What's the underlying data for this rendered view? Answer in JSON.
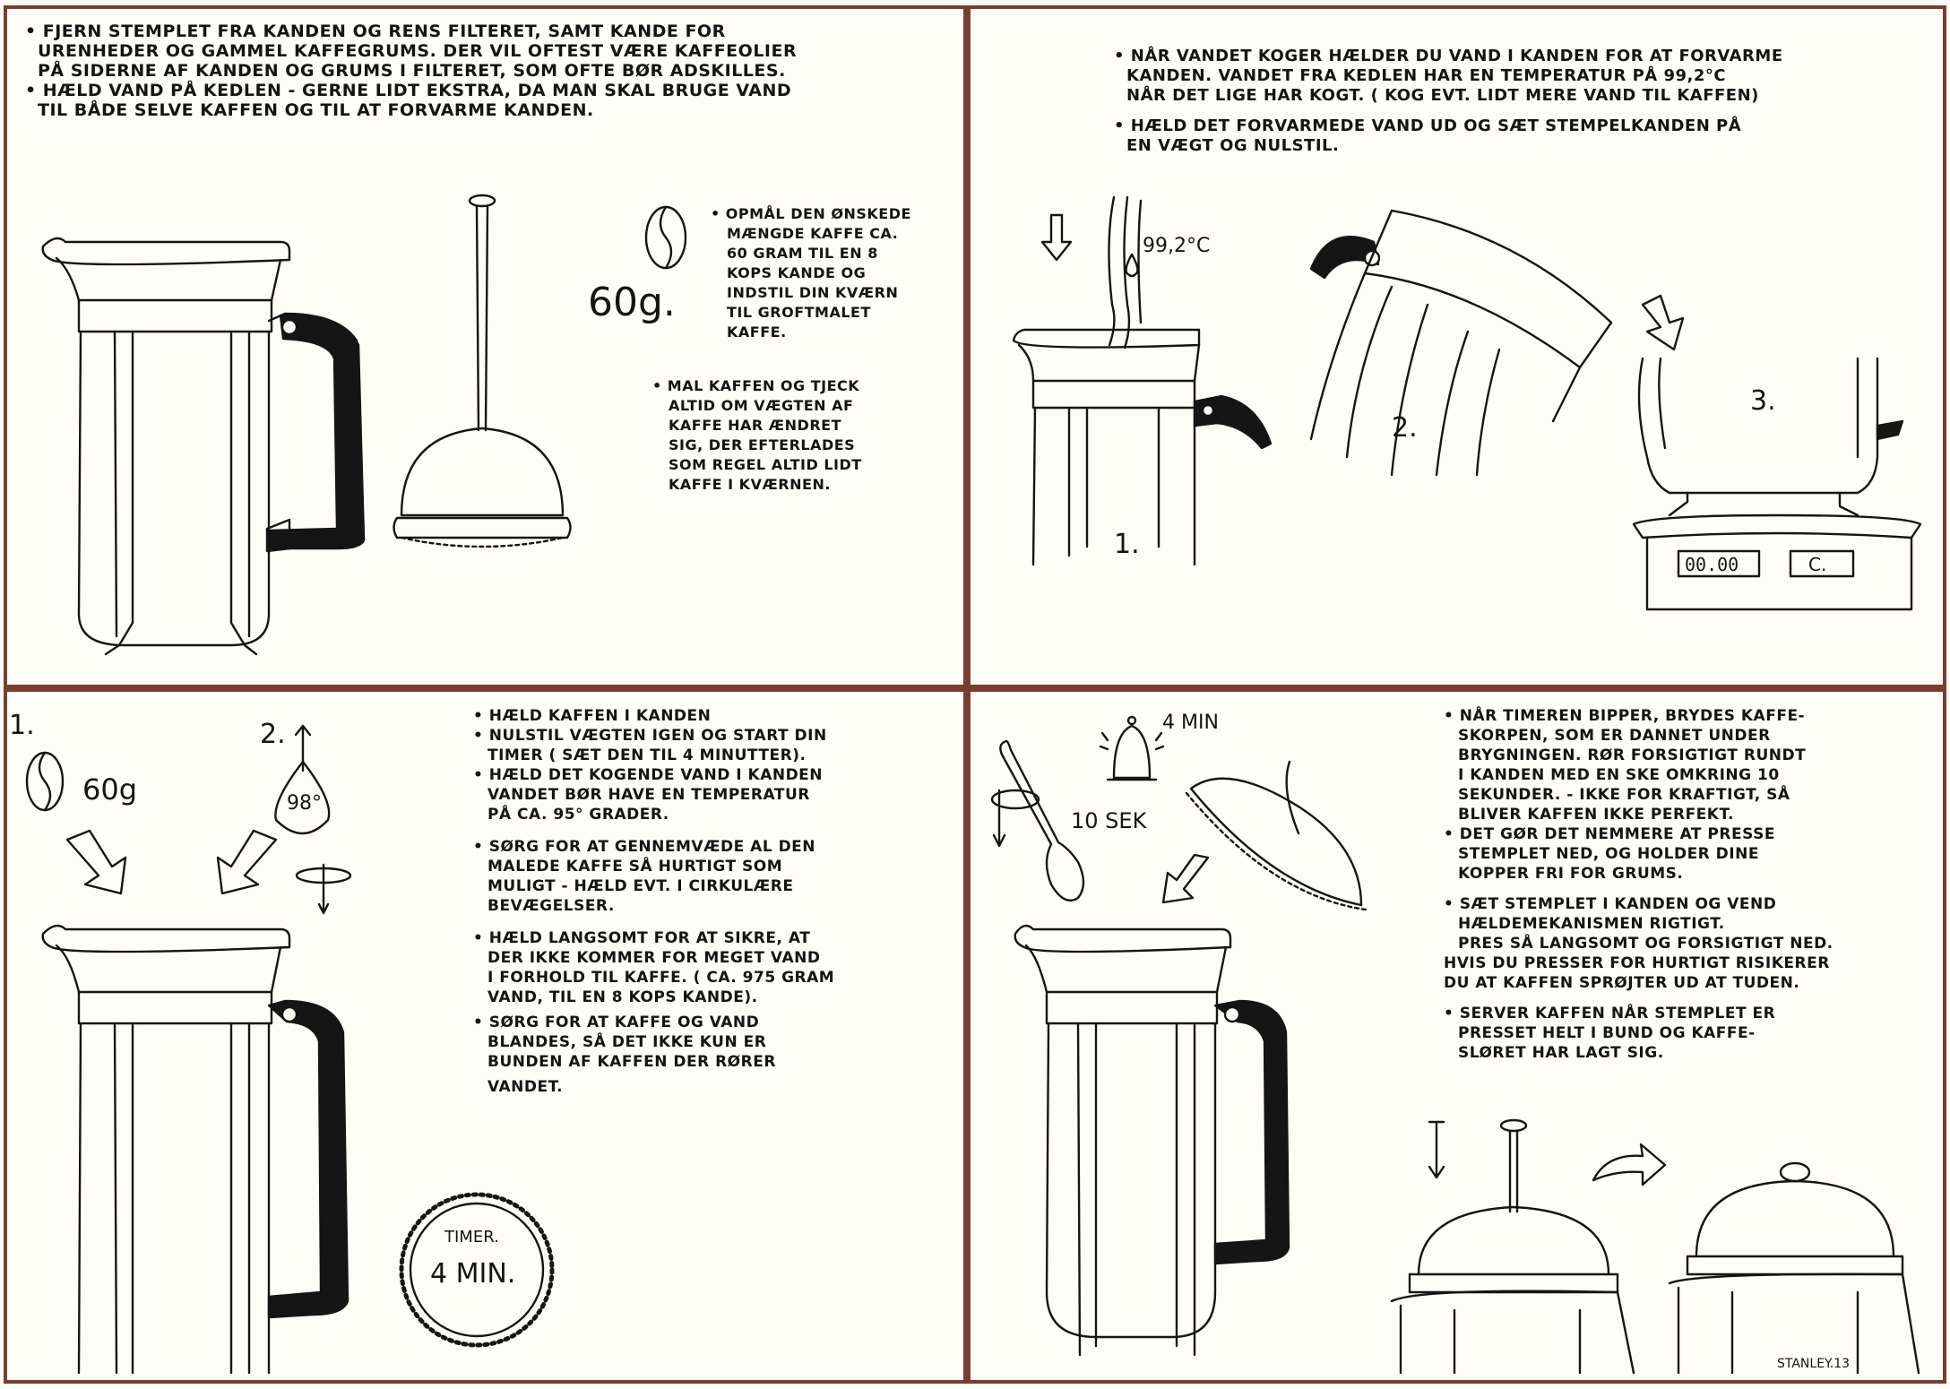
{
  "panel1": {
    "text_lines": [
      "• FJERN STEMPLET FRA KANDEN OG RENS FILTERET, SAMT KANDE FOR",
      "URENHEDER OG GAMMEL KAFFEGRUMS. DER VIL OFTEST VÆRE KAFFEOLIER",
      "PÅ SIDERNE AF KANDEN OG GRUMS I FILTERET, SOM OFTE BØR ADSKILLES.",
      "• HÆLD VAND PÅ KEDLEN - GERNE LIDT EKSTRA, DA MAN SKAL BRUGE VAND",
      "TIL BÅDE SELVE KAFFEN OG TIL AT FORVARME KANDEN."
    ],
    "grams": "60g.",
    "measure_lines": [
      "• OPMÅL DEN ØNSKEDE",
      "MÆNGDE KAFFE CA.",
      "60 GRAM TIL EN 8",
      "KOPS KANDE OG",
      "INDSTIL DIN KVÆRN",
      "TIL GROFTMALET",
      "KAFFE."
    ],
    "grind_lines": [
      "• MAL KAFFEN OG TJECK",
      "ALTID OM VÆGTEN AF",
      "KAFFE HAR ÆNDRET",
      "SIG, DER EFTERLADES",
      "SOM REGEL ALTID LIDT",
      "KAFFE I KVÆRNEN."
    ]
  },
  "panel2": {
    "text_lines": [
      "• NÅR VANDET KOGER HÆLDER DU VAND I KANDEN FOR AT FORVARME",
      "KANDEN. VANDET FRA KEDLEN HAR EN TEMPERATUR PÅ 99,2°C",
      "NÅR DET LIGE HAR KOGT. ( KOG EVT. LIDT MERE VAND TIL KAFFEN)",
      "• HÆLD DET FORVARMEDE VAND UD OG SÆT STEMPELKANDEN PÅ",
      "EN VÆGT OG NULSTIL."
    ],
    "temp": "99,2°C",
    "step1": "1.",
    "step2": "2.",
    "step3": "3.",
    "scale_display": "00.00",
    "scale_button": "C."
  },
  "panel3": {
    "step1": "1.",
    "grams": "60g",
    "step2": "2.",
    "temp": "98°",
    "text_lines": [
      "• HÆLD KAFFEN I KANDEN",
      "• NULSTIL VÆGTEN IGEN OG START DIN",
      "TIMER ( SÆT DEN TIL 4 MINUTTER).",
      "• HÆLD DET KOGENDE VAND I KANDEN",
      "VANDET BØR HAVE EN TEMPERATUR",
      "PÅ CA. 95° GRADER.",
      "",
      "• SØRG FOR AT GENNEMVÆDE AL DEN",
      "MALEDE KAFFE SÅ HURTIGT SOM",
      "MULIGT - HÆLD EVT. I CIRKULÆRE",
      "BEVÆGELSER.",
      "",
      "• HÆLD LANGSOMT FOR AT SIKRE, AT",
      "DER IKKE KOMMER FOR MEGET VAND",
      "I FORHOLD TIL KAFFE. ( CA. 975 GRAM",
      "VAND, TIL EN 8 KOPS KANDE).",
      "• SØRG FOR AT KAFFE OG VAND",
      "BLANDES, SÅ DET IKKE KUN ER",
      "BUNDEN AF KAFFEN DER RØRER",
      "VANDET."
    ],
    "timer_label": "TIMER.",
    "timer_value": "4 MIN."
  },
  "panel4": {
    "bell": "4 MIN",
    "stir": "10 SEK",
    "text_lines": [
      "• NÅR TIMEREN BIPPER, BRYDES KAFFE-",
      "SKORPEN, SOM ER DANNET UNDER",
      "BRYGNINGEN. RØR FORSIGTIGT RUNDT",
      "I KANDEN MED EN SKE OMKRING 10",
      "SEKUNDER. - IKKE FOR KRAFTIGT, SÅ",
      "BLIVER KAFFEN IKKE PERFEKT.",
      "• DET GØR DET NEMMERE AT PRESSE",
      "STEMPLET NED, OG HOLDER DINE",
      "KOPPER FRI FOR GRUMS.",
      "",
      "• SÆT STEMPLET I KANDEN OG VEND",
      "HÆLDEMEKANISMEN RIGTIGT.",
      "PRES SÅ LANGSOMT OG FORSIGTIGT NED.",
      "HVIS DU PRESSER FOR HURTIGT RISIKERER",
      "DU AT KAFFEN SPRØJTER UD AT TUDEN.",
      "",
      "• SERVER KAFFEN NÅR STEMPLET ER",
      "PRESSET HELT I BUND OG KAFFE-",
      "SLØRET HAR LAGT SIG."
    ],
    "signature": "STANLEY.13"
  },
  "colors": {
    "border": "#7a3e2e",
    "ink": "#151515",
    "paper": "#fffdf8"
  }
}
